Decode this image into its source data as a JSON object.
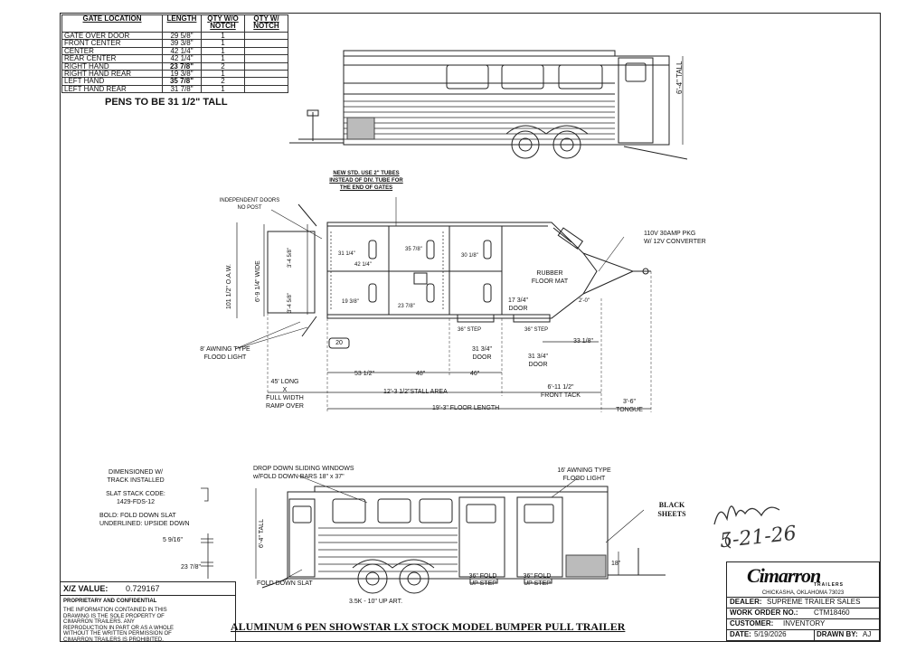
{
  "gate_table": {
    "headers": {
      "location": "GATE LOCATION",
      "length": "LENGTH",
      "qty_wo": "QTY W/O NOTCH",
      "qty_w": "QTY W/ NOTCH"
    },
    "rows": [
      {
        "location": "Gate over door",
        "length": "29 5/8\"",
        "qty_wo": "1",
        "qty_w": "",
        "bold": false
      },
      {
        "location": "Front center",
        "length": "39 3/8\"",
        "qty_wo": "1",
        "qty_w": "",
        "bold": false
      },
      {
        "location": "Center",
        "length": "42 1/4\"",
        "qty_wo": "1",
        "qty_w": "",
        "bold": false
      },
      {
        "location": "Rear center",
        "length": "42 1/4\"",
        "qty_wo": "1",
        "qty_w": "",
        "bold": false
      },
      {
        "location": "Right hand",
        "length": "23 7/8\"",
        "qty_wo": "2",
        "qty_w": "",
        "bold": true
      },
      {
        "location": "Right hand rear",
        "length": "19 3/8\"",
        "qty_wo": "1",
        "qty_w": "",
        "bold": false
      },
      {
        "location": "Left hand",
        "length": "35 7/8\"",
        "qty_wo": "2",
        "qty_w": "",
        "bold": true
      },
      {
        "location": "Left hand rear",
        "length": "31 7/8\"",
        "qty_wo": "1",
        "qty_w": "",
        "bold": false
      }
    ]
  },
  "pens_note": "PENS TO BE 31 1/2\" TALL",
  "side_view_top": {
    "height_label": "6'-4\" TALL"
  },
  "plan_view": {
    "note_tubes": [
      "NEW STD. USE 2\" TUBES",
      "INSTEAD OF DIV. TUBE FOR",
      "THE END OF GATES"
    ],
    "independent_doors": [
      "INDEPENDENT DOORS",
      "NO POST"
    ],
    "oaw": "101 1/2\" O.A.W.",
    "wide": "6'-9 1/4\" WIDE",
    "dim_3_4_58_top": "3'-4 5/8\"",
    "dim_3_4_58_bot": "3'-4 5/8\"",
    "converter": [
      "110V 30AMP PKG",
      "W/ 12V CONVERTER"
    ],
    "rubber_mat": [
      "RUBBER",
      "FLOOR MAT"
    ],
    "door_17": [
      "17 3/4\"",
      "DOOR"
    ],
    "step_left": "36\" STEP",
    "step_right": "36\" STEP",
    "door_31a": [
      "31 3/4\"",
      "DOOR"
    ],
    "door_31b": [
      "31 3/4\"",
      "DOOR"
    ],
    "dim_33": "33 1/8\"",
    "dim_2_0": "2'-0\"",
    "awning": [
      "8' AWNING TYPE",
      "FLOOD LIGHT"
    ],
    "badge_20": "20",
    "dim_53": "53 1/2\"",
    "dim_48": "48\"",
    "dim_46": "46\"",
    "stall_area": "12'-3 1/2\"STALL AREA",
    "front_tack": [
      "6'-11 1/2\"",
      "FRONT TACK"
    ],
    "ramp": [
      "45' LONG",
      "X",
      "FULL WIDTH",
      "RAMP OVER"
    ],
    "floor_length": "19'-3\" FLOOR LENGTH",
    "tongue": [
      "3'-6\"",
      "TONGUE"
    ],
    "small_labels": [
      "31 1/4\"",
      "42 1/4\"",
      "35 7/8\"",
      "19 3/8\"",
      "23 7/8\"",
      "30 1/8\""
    ]
  },
  "side_view_bottom": {
    "windows_note": [
      "DROP DOWN SLIDING WINDOWS",
      "w/FOLD DOWN BARS 18\" x 37\""
    ],
    "awning_note": [
      "16' AWNING TYPE",
      "FLOOD LIGHT"
    ],
    "black_sheets": [
      "BLACK",
      "SHEETS"
    ],
    "height_label": "6'-4\" TALL",
    "fold_slat": "FOLD DOWN SLAT",
    "fold_step_a": [
      "36\" FOLD",
      "UP STEP"
    ],
    "fold_step_b": [
      "36\" FOLD",
      "UP STEP"
    ],
    "axle": "3.5K - 10\" UP ART.",
    "dim_18": "18\""
  },
  "notes_left": {
    "dimensioned": [
      "DIMENSIONED W/",
      "TRACK INSTALLED"
    ],
    "slat_code_label": "SLAT STACK CODE:",
    "slat_code": "1429-FDS-12",
    "bold_note": "BOLD: FOLD DOWN SLAT",
    "underlined_note": "UNDERLINED: UPSIDE DOWN",
    "dim_5916": "5 9/16\"",
    "dim_2378": "23 7/8\""
  },
  "xz": {
    "label": "X/Z VALUE:",
    "value": "0.729167",
    "prop_title": "PROPRIETARY AND CONFIDENTIAL",
    "prop_text": [
      "THE INFORMATION CONTAINED IN THIS",
      "DRAWING IS THE SOLE PROPERTY OF",
      "CIMARRON TRAILERS. ANY",
      "REPRODUCTION IN PART OR AS A WHOLE",
      "WITHOUT THE WRITTEN PERMISSION OF",
      "CIMARRON TRAILERS IS PROHIBITED."
    ]
  },
  "footer_title": "ALUMINUM 6 PEN SHOWSTAR LX STOCK MODEL BUMPER PULL TRAILER",
  "title_block": {
    "logo": "Cimarron",
    "logo_sub": "TRAILERS",
    "address": "CHICKASHA, OKLAHOMA 73023",
    "dealer_label": "DEALER:",
    "dealer": "SUPREME TRAILER SALES",
    "wo_label": "WORK ORDER NO.:",
    "wo": "CTM18460",
    "customer_label": "CUSTOMER:",
    "customer": "INVENTORY",
    "date_label": "DATE:",
    "date": "5/19/2026",
    "drawn_label": "DRAWN BY:",
    "drawn": "AJ"
  },
  "handwritten_date": "5-21-26"
}
